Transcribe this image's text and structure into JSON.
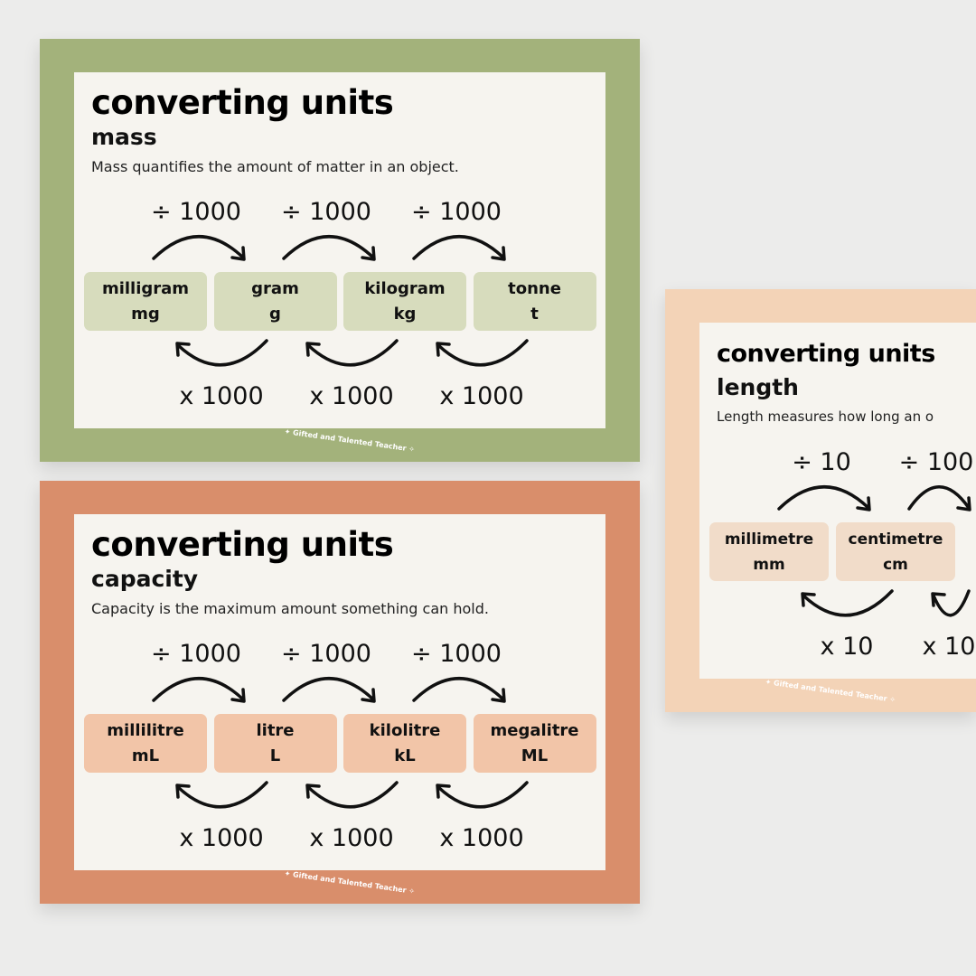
{
  "brand": "Gifted and Talented Teacher",
  "posters": [
    {
      "id": "mass",
      "border_color": "#a3b27b",
      "box_color": "#d7dcbd",
      "title": "converting units",
      "subtitle": "mass",
      "description": "Mass quantifies the amount of matter in an object.",
      "units": [
        {
          "name": "milligram",
          "symbol": "mg"
        },
        {
          "name": "gram",
          "symbol": "g"
        },
        {
          "name": "kilogram",
          "symbol": "kg"
        },
        {
          "name": "tonne",
          "symbol": "t"
        }
      ],
      "divide_labels": [
        "÷ 1000",
        "÷ 1000",
        "÷ 1000"
      ],
      "multiply_labels": [
        "x 1000",
        "x 1000",
        "x 1000"
      ]
    },
    {
      "id": "capacity",
      "border_color": "#d98e6b",
      "box_color": "#f2c5a8",
      "title": "converting units",
      "subtitle": "capacity",
      "description": "Capacity is the maximum amount something can hold.",
      "units": [
        {
          "name": "millilitre",
          "symbol": "mL"
        },
        {
          "name": "litre",
          "symbol": "L"
        },
        {
          "name": "kilolitre",
          "symbol": "kL"
        },
        {
          "name": "megalitre",
          "symbol": "ML"
        }
      ],
      "divide_labels": [
        "÷ 1000",
        "÷ 1000",
        "÷ 1000"
      ],
      "multiply_labels": [
        "x 1000",
        "x 1000",
        "x 1000"
      ]
    },
    {
      "id": "length",
      "border_color": "#f3d3b7",
      "box_color": "#f1dcc9",
      "title": "converting units",
      "subtitle": "length",
      "description": "Length measures how long an o",
      "units": [
        {
          "name": "millimetre",
          "symbol": "mm"
        },
        {
          "name": "centimetre",
          "symbol": "cm"
        }
      ],
      "divide_labels": [
        "÷ 10",
        "÷ 100"
      ],
      "multiply_labels": [
        "x 10",
        "x 10"
      ]
    }
  ]
}
